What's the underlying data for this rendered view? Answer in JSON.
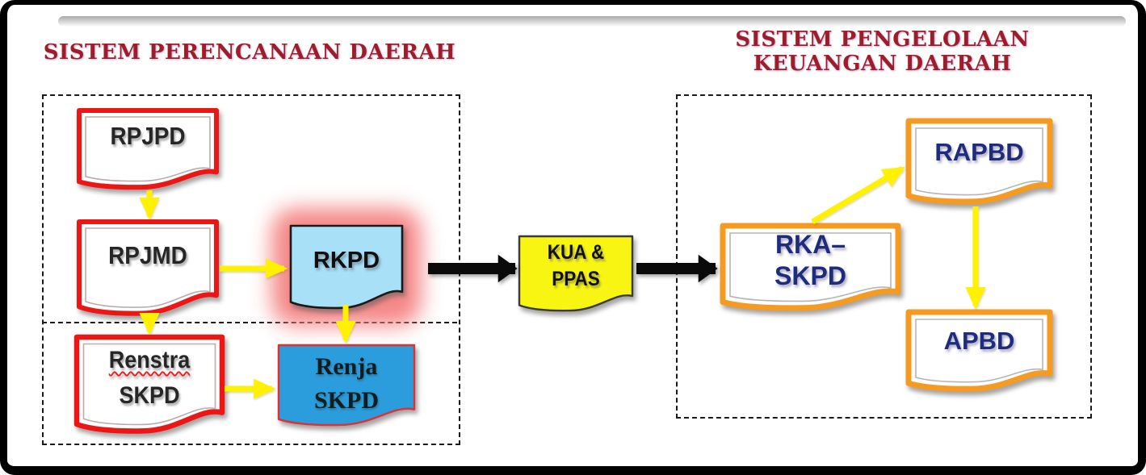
{
  "diagram": {
    "left_section": {
      "title": "SISTEM PERENCANAAN DAERAH"
    },
    "right_section": {
      "title_line1": "SISTEM PENGELOLAAN",
      "title_line2": "KEUANGAN DAERAH"
    },
    "nodes": {
      "rpjpd": {
        "label": "RPJPD"
      },
      "rpjmd": {
        "label": "RPJMD"
      },
      "rkpd": {
        "label": "RKPD"
      },
      "renstra_skpd": {
        "line1": "Renstra",
        "line2": "SKPD"
      },
      "renja_skpd": {
        "line1": "Renja",
        "line2": "SKPD"
      },
      "kua_ppas": {
        "line1": "KUA &",
        "line2": "PPAS"
      },
      "rka_skpd": {
        "line1": "RKA–",
        "line2": "SKPD"
      },
      "rapbd": {
        "label": "RAPBD"
      },
      "apbd": {
        "label": "APBD"
      }
    },
    "colors": {
      "title_maroon": "#9E1D2A",
      "red_border": "#EE1515",
      "orange_border": "#F59B22",
      "navy_text": "#1F2B7C",
      "rkpd_fill": "#A8E0F8",
      "rkpd_glow": "#F47A7A",
      "renja_fill": "#2B9CDC",
      "kua_fill": "#F8F513",
      "arrow_yellow": "#FFF100",
      "arrow_black": "#0A0A0A"
    }
  }
}
